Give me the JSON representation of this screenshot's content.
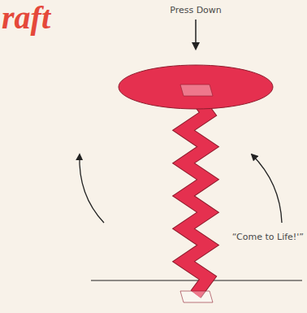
{
  "diagram": {
    "title": "raft",
    "labels": [
      "Press Down",
      "“Come to Life!'”"
    ]
  }
}
